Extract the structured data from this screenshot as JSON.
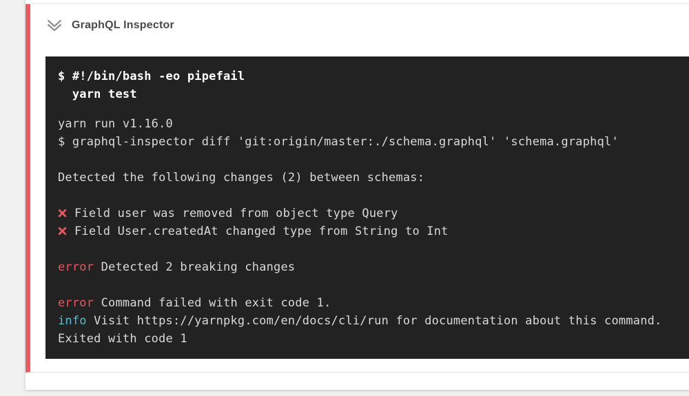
{
  "page": {
    "background": "#f1f1f1"
  },
  "card": {
    "background": "#ffffff"
  },
  "step": {
    "title": "GraphQL Inspector",
    "status": "failed",
    "accent_color": "#ee5a5f",
    "collapse_icon": "double-chevron-down"
  },
  "terminal": {
    "background": "#222222",
    "text_color": "#d9d9d9",
    "bold_text_color": "#ffffff",
    "error_color": "#e8575f",
    "info_color": "#52c0d4",
    "command_lines": [
      "$ #!/bin/bash -eo pipefail",
      "  yarn test"
    ],
    "output_lines": [
      {
        "segments": [
          {
            "text": "yarn run v1.16.0"
          }
        ]
      },
      {
        "segments": [
          {
            "text": "$ graphql-inspector diff 'git:origin/master:./schema.graphql' 'schema.graphql'"
          }
        ]
      },
      {
        "segments": []
      },
      {
        "segments": [
          {
            "text": "Detected the following changes (2) between schemas:"
          }
        ]
      },
      {
        "segments": []
      },
      {
        "segments": [
          {
            "icon": "breaking-change-x"
          },
          {
            "text": "Field user was removed from object type Query"
          }
        ]
      },
      {
        "segments": [
          {
            "icon": "breaking-change-x"
          },
          {
            "text": "Field User.createdAt changed type from String to Int"
          }
        ]
      },
      {
        "segments": []
      },
      {
        "segments": [
          {
            "text": "error",
            "style": "error"
          },
          {
            "text": " Detected 2 breaking changes"
          }
        ]
      },
      {
        "segments": []
      },
      {
        "segments": [
          {
            "text": "error",
            "style": "error"
          },
          {
            "text": " Command failed with exit code 1."
          }
        ]
      },
      {
        "segments": [
          {
            "text": "info",
            "style": "info"
          },
          {
            "text": " Visit https://yarnpkg.com/en/docs/cli/run for documentation about this command."
          }
        ]
      },
      {
        "segments": [
          {
            "text": "Exited with code 1"
          }
        ]
      }
    ]
  }
}
